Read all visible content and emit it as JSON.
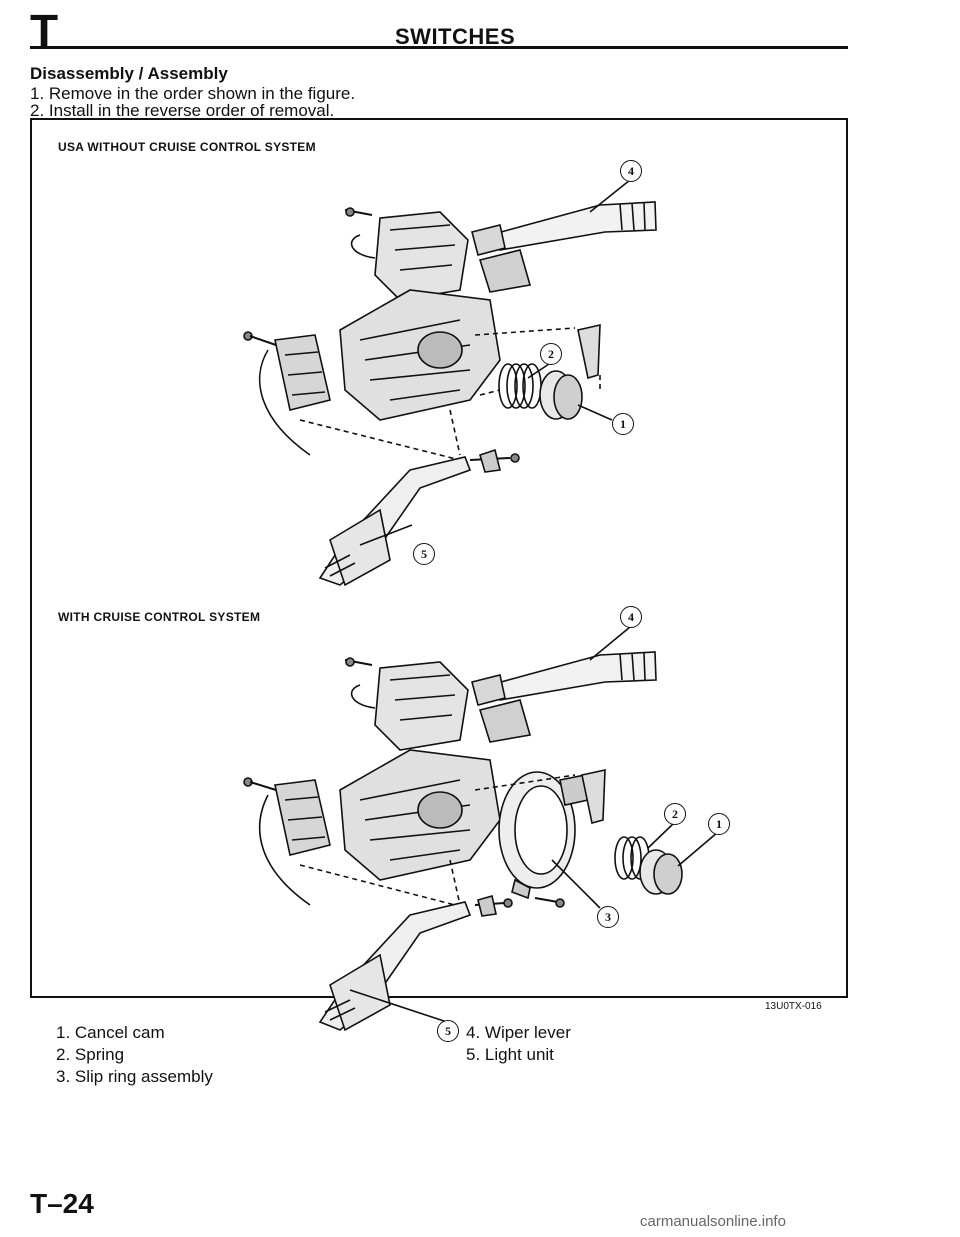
{
  "header": {
    "section_letter": "T",
    "title": "SWITCHES"
  },
  "procedure": {
    "heading": "Disassembly / Assembly",
    "steps": [
      "1. Remove in the order shown in the figure.",
      "2. Install in the reverse order of removal."
    ]
  },
  "figures": [
    {
      "label": "USA WITHOUT CRUISE CONTROL SYSTEM",
      "callouts": [
        "4",
        "2",
        "1",
        "5"
      ]
    },
    {
      "label": "WITH CRUISE CONTROL SYSTEM",
      "callouts": [
        "4",
        "2",
        "1",
        "3",
        "5"
      ]
    }
  ],
  "figure_code": "13U0TX-016",
  "legend": {
    "left": [
      "1. Cancel cam",
      "2. Spring",
      "3. Slip ring assembly"
    ],
    "right": [
      "4. Wiper lever",
      "5. Light unit"
    ]
  },
  "page_number": "T–24",
  "watermark": "carmanualsonline.info"
}
